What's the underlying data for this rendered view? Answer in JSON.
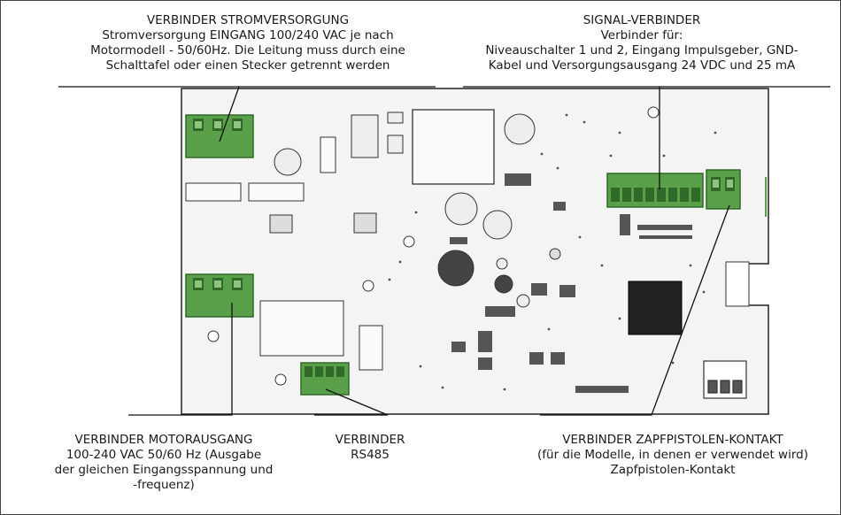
{
  "callouts": {
    "power": {
      "title": "VERBINDER STROMVERSORGUNG",
      "line1": "Stromversorgung EINGANG 100/240 VAC je nach",
      "line2": "Motormodell - 50/60Hz. Die Leitung muss durch eine",
      "line3": "Schalttafel oder einen Stecker getrennt werden"
    },
    "signal": {
      "title": "SIGNAL-VERBINDER",
      "line1": "Verbinder für:",
      "line2": "Niveauschalter 1 und 2, Eingang Impulsgeber, GND-",
      "line3": "Kabel und Versorgungsausgang 24 VDC und 25 mA"
    },
    "motor": {
      "title": "VERBINDER MOTORAUSGANG",
      "line1": "100-240 VAC 50/60 Hz (Ausgabe",
      "line2": "der gleichen Eingangsspannung und",
      "line3": "-frequenz)"
    },
    "rs485": {
      "title": "VERBINDER",
      "line1": "RS485"
    },
    "nozzle": {
      "title": "VERBINDER ZAPFPISTOLEN-KONTAKT",
      "line1": "(für die Modelle, in denen er verwendet wird)",
      "line2": "Zapfpistolen-Kontakt"
    }
  },
  "colors": {
    "board": "#f3f3f3",
    "outline": "#222222",
    "terminal_green": "#5aa04a",
    "terminal_dark": "#2f6a28"
  }
}
